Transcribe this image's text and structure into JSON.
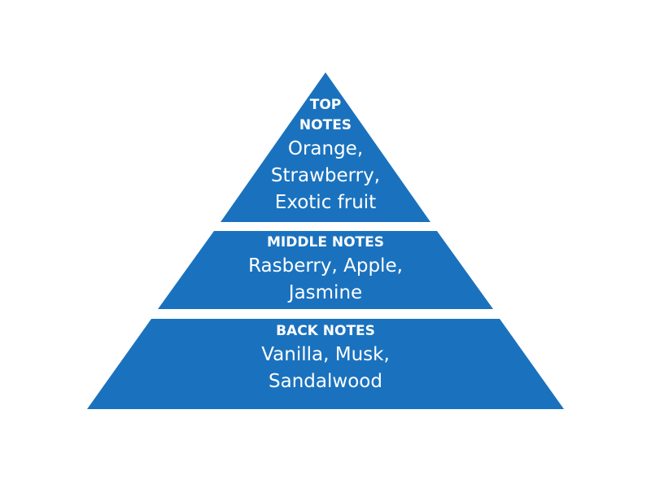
{
  "colors": {
    "fill": "#1a72be",
    "text": "#ffffff",
    "background": "#ffffff"
  },
  "pyramid": {
    "top": {
      "heading_line1": "TOP",
      "heading_line2": "NOTES",
      "body_line1": "Orange,",
      "body_line2": "Strawberry,",
      "body_line3": "Exotic fruit"
    },
    "middle": {
      "heading": "MIDDLE NOTES",
      "body_line1": "Rasberry, Apple,",
      "body_line2": "Jasmine"
    },
    "back": {
      "heading": "BACK NOTES",
      "body_line1": "Vanilla, Musk,",
      "body_line2": "Sandalwood"
    }
  }
}
